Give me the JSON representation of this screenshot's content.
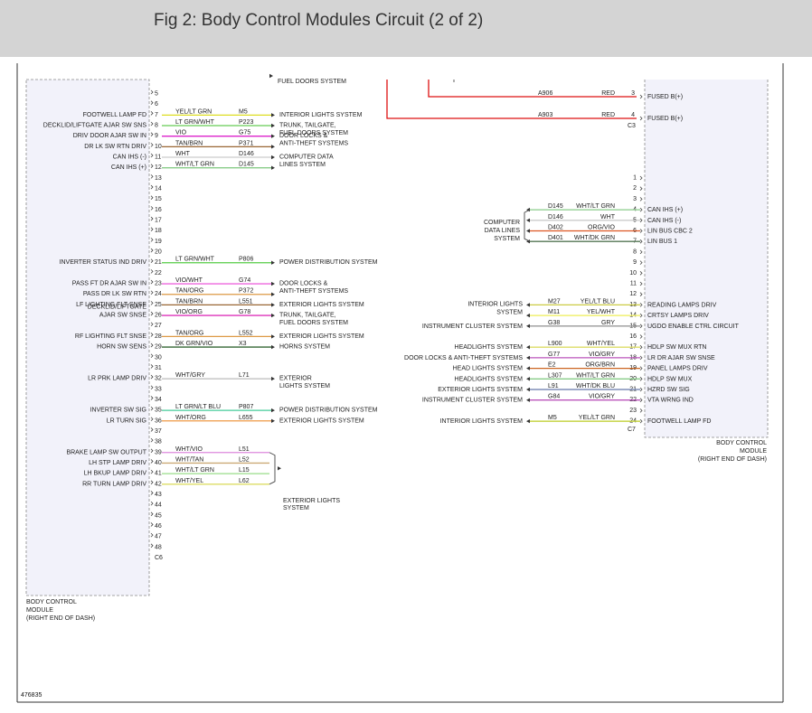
{
  "page": {
    "title": "Fig 2: Body Control Modules Circuit (2 of 2)",
    "figure_id": "476835"
  },
  "left_module": {
    "connector": "C6",
    "label_lines": [
      "BODY CONTROL",
      "MODULE",
      "(RIGHT END OF DASH)"
    ],
    "pins": [
      {
        "n": "5"
      },
      {
        "n": "6"
      },
      {
        "n": "7",
        "label": "FOOTWELL LAMP FD",
        "color_code": "YEL/LT GRN",
        "circuit": "M5",
        "dest": [
          "INTERIOR LIGHTS SYSTEM"
        ],
        "wire": "#dddd22"
      },
      {
        "n": "8",
        "label": "DECKLID/LIFTGATE AJAR SW SNS",
        "color_code": "LT GRN/WHT",
        "circuit": "P223",
        "dest": [
          "TRUNK, TAILGATE,",
          "FUEL DOORS SYSTEM"
        ],
        "wire": "#66cc55"
      },
      {
        "n": "9",
        "label": "DRIV DOOR AJAR SW IN",
        "color_code": "VIO",
        "circuit": "G75",
        "dest": [
          "DOOR LOCKS &",
          "ANTI-THEFT SYSTEMS"
        ],
        "wire": "#dd22cc"
      },
      {
        "n": "10",
        "label": "DR LK SW RTN DRIV",
        "color_code": "TAN/BRN",
        "circuit": "P371",
        "wire": "#996633"
      },
      {
        "n": "11",
        "label": "CAN IHS (-)",
        "color_code": "WHT",
        "circuit": "D146",
        "dest": [
          "COMPUTER DATA",
          "LINES SYSTEM"
        ],
        "wire": "#cccccc"
      },
      {
        "n": "12",
        "label": "CAN IHS (+)",
        "color_code": "WHT/LT GRN",
        "circuit": "D145",
        "wire": "#88cc88"
      },
      {
        "n": "13"
      },
      {
        "n": "14"
      },
      {
        "n": "15"
      },
      {
        "n": "16"
      },
      {
        "n": "17"
      },
      {
        "n": "18"
      },
      {
        "n": "19"
      },
      {
        "n": "20"
      },
      {
        "n": "21",
        "label": "INVERTER STATUS IND DRIV",
        "color_code": "LT GRN/WHT",
        "circuit": "P806",
        "dest": [
          "POWER DISTRIBUTION SYSTEM"
        ],
        "wire": "#55cc44"
      },
      {
        "n": "22"
      },
      {
        "n": "23",
        "label": "PASS FT DR AJAR SW IN",
        "color_code": "VIO/WHT",
        "circuit": "G74",
        "dest": [
          "DOOR LOCKS &",
          "ANTI-THEFT SYSTEMS"
        ],
        "wire": "#ee66dd"
      },
      {
        "n": "24",
        "label": "PASS DR LK SW RTN",
        "color_code": "TAN/ORG",
        "circuit": "P372",
        "wire": "#dd9944"
      },
      {
        "n": "25",
        "label": "LF LIGHTING FLT SNSE",
        "color_code": "TAN/BRN",
        "circuit": "L551",
        "dest": [
          "EXTERIOR LIGHTS SYSTEM"
        ],
        "wire": "#996633"
      },
      {
        "n": "26",
        "label": "DECKLID/LIFTGATE AJAR SW SNSE",
        "label_lines": [
          "DECKLID/LIFTGATE",
          "AJAR SW SNSE"
        ],
        "color_code": "VIO/ORG",
        "circuit": "G78",
        "dest": [
          "TRUNK, TAILGATE,",
          "FUEL DOORS SYSTEM"
        ],
        "wire": "#dd33bb"
      },
      {
        "n": "27"
      },
      {
        "n": "28",
        "label": "RF LIGHTING FLT SNSE",
        "color_code": "TAN/ORG",
        "circuit": "L552",
        "dest": [
          "EXTERIOR LIGHTS SYSTEM"
        ],
        "wire": "#dd9944"
      },
      {
        "n": "29",
        "label": "HORN SW SENS",
        "color_code": "DK GRN/VIO",
        "circuit": "X3",
        "dest": [
          "HORNS SYSTEM"
        ],
        "wire": "#336633"
      },
      {
        "n": "30"
      },
      {
        "n": "31"
      },
      {
        "n": "32",
        "label": "LR PRK LAMP DRIV",
        "color_code": "WHT/GRY",
        "circuit": "L71",
        "dest": [
          "EXTERIOR",
          "LIGHTS SYSTEM"
        ],
        "wire": "#bbbbbb"
      },
      {
        "n": "33"
      },
      {
        "n": "34"
      },
      {
        "n": "35",
        "label": "INVERTER SW SIG",
        "color_code": "LT GRN/LT BLU",
        "circuit": "P807",
        "dest": [
          "POWER DISTRIBUTION SYSTEM"
        ],
        "wire": "#44cc99"
      },
      {
        "n": "36",
        "label": "LR TURN SIG",
        "color_code": "WHT/ORG",
        "circuit": "L655",
        "dest": [
          "EXTERIOR LIGHTS SYSTEM"
        ],
        "wire": "#ee9944"
      },
      {
        "n": "37"
      },
      {
        "n": "38"
      },
      {
        "n": "39",
        "label": "BRAKE LAMP SW OUTPUT",
        "color_code": "WHT/VIO",
        "circuit": "L51",
        "wire": "#dd88dd"
      },
      {
        "n": "40",
        "label": "LH STP LAMP DRIV",
        "color_code": "WHT/TAN",
        "circuit": "L52",
        "wire": "#ccaa77"
      },
      {
        "n": "41",
        "label": "LH BKUP LAMP DRIV",
        "color_code": "WHT/LT GRN",
        "circuit": "L15",
        "wire": "#99dd88"
      },
      {
        "n": "42",
        "label": "RR TURN LAMP DRIV",
        "color_code": "WHT/YEL",
        "circuit": "L62",
        "wire": "#dddd66"
      },
      {
        "n": "43"
      },
      {
        "n": "44"
      },
      {
        "n": "45"
      },
      {
        "n": "46"
      },
      {
        "n": "47"
      },
      {
        "n": "48"
      }
    ],
    "partial_top_text": "FUEL DOORS SYSTEM",
    "group_dest": [
      "EXTERIOR LIGHTS",
      "SYSTEM"
    ]
  },
  "right_module": {
    "connector_top": "C3",
    "connector_bottom": "C7",
    "label_lines": [
      "BODY CONTROL",
      "MODULE",
      "(RIGHT END OF DASH)"
    ],
    "top_pins": [
      {
        "n": "3",
        "label": "FUSED B(+)",
        "circuit": "A906",
        "color_code": "RED"
      },
      {
        "n": "4",
        "label": "FUSED B(+)",
        "circuit": "A903",
        "color_code": "RED"
      }
    ],
    "pins": [
      {
        "n": "1"
      },
      {
        "n": "2"
      },
      {
        "n": "3"
      },
      {
        "n": "4",
        "label": "CAN IHS (+)",
        "circuit": "D145",
        "color_code": "WHT/LT GRN",
        "wire": "#88cc88"
      },
      {
        "n": "5",
        "label": "CAN IHS (-)",
        "circuit": "D146",
        "color_code": "WHT",
        "wire": "#cccccc"
      },
      {
        "n": "6",
        "label": "LIN BUS CBC 2",
        "circuit": "D402",
        "color_code": "ORG/VIO",
        "wire": "#dd5522"
      },
      {
        "n": "7",
        "label": "LIN BUS 1",
        "circuit": "D401",
        "color_code": "WHT/DK GRN",
        "wire": "#557755"
      },
      {
        "n": "8"
      },
      {
        "n": "9"
      },
      {
        "n": "10"
      },
      {
        "n": "11"
      },
      {
        "n": "12"
      },
      {
        "n": "13",
        "label": "READING LAMPS DRIV",
        "circuit": "M27",
        "color_code": "YEL/LT BLU",
        "src": [
          "INTERIOR LIGHTS",
          "SYSTEM"
        ],
        "wire": "#cccc44"
      },
      {
        "n": "14",
        "label": "CRTSY LAMPS DRIV",
        "circuit": "M11",
        "color_code": "YEL/WHT",
        "wire": "#eeee55"
      },
      {
        "n": "15",
        "label": "UGDO ENABLE CTRL CIRCUIT",
        "circuit": "G38",
        "color_code": "GRY",
        "src": [
          "INSTRUMENT CLUSTER SYSTEM"
        ],
        "wire": "#999999"
      },
      {
        "n": "16"
      },
      {
        "n": "17",
        "label": "HDLP SW MUX RTN",
        "circuit": "L900",
        "color_code": "WHT/YEL",
        "src": [
          "HEADLIGHTS SYSTEM"
        ],
        "wire": "#dddd66"
      },
      {
        "n": "18",
        "label": "LR DR AJAR SW SNSE",
        "circuit": "G77",
        "color_code": "VIO/GRY",
        "src": [
          "DOOR LOCKS & ANTI-THEFT SYSTEMS"
        ],
        "wire": "#bb55bb"
      },
      {
        "n": "19",
        "label": "PANEL LAMPS DRIV",
        "circuit": "E2",
        "color_code": "ORG/BRN",
        "src": [
          "HEAD LIGHTS SYSTEM"
        ],
        "wire": "#cc6622"
      },
      {
        "n": "20",
        "label": "HDLP SW MUX",
        "circuit": "L307",
        "color_code": "WHT/LT GRN",
        "src": [
          "HEADLIGHTS SYSTEM"
        ],
        "wire": "#88cc88"
      },
      {
        "n": "21",
        "label": "HZRD SW SIG",
        "circuit": "L91",
        "color_code": "WHT/DK BLU",
        "src": [
          "EXTERIOR LIGHTS SYSTEM"
        ],
        "wire": "#6677aa"
      },
      {
        "n": "22",
        "label": "VTA WRNG IND",
        "circuit": "G84",
        "color_code": "VIO/GRY",
        "src": [
          "INSTRUMENT CLUSTER SYSTEM"
        ],
        "wire": "#bb55bb"
      },
      {
        "n": "23"
      },
      {
        "n": "24",
        "label": "FOOTWELL LAMP FD",
        "circuit": "M5",
        "color_code": "YEL/LT GRN",
        "src": [
          "INTERIOR LIGHTS SYSTEM"
        ],
        "wire": "#bbcc22"
      }
    ],
    "group_src": [
      "COMPUTER",
      "DATA LINES",
      "SYSTEM"
    ]
  },
  "colors": {
    "frame": "#333333",
    "module_fill": "#f2f2fa",
    "module_border": "#888888",
    "power_wire": "#dd1111",
    "header_bg": "#d4d4d4"
  }
}
